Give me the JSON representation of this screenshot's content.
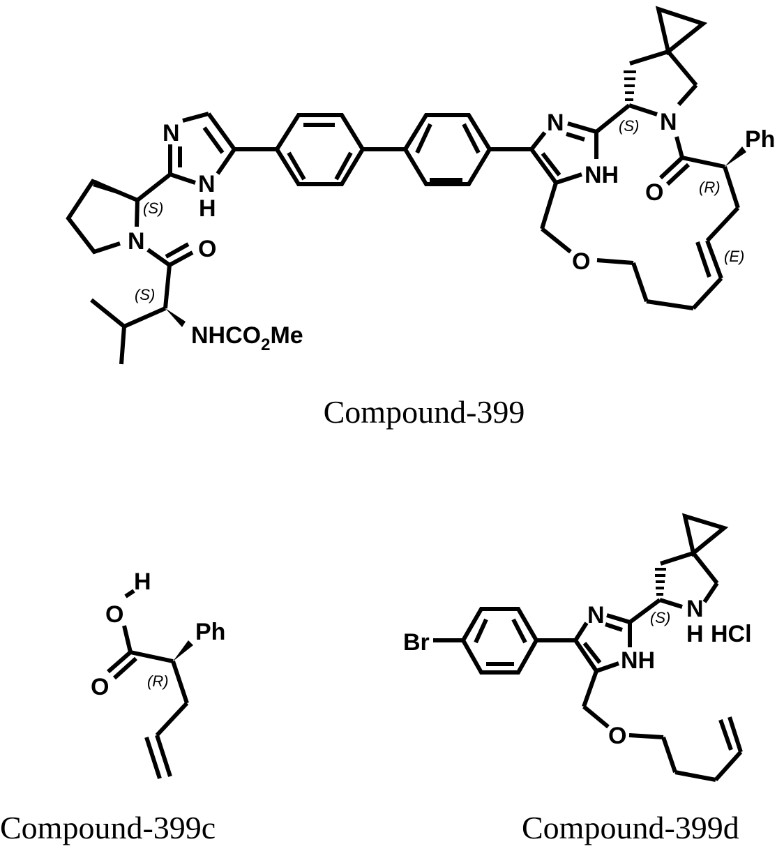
{
  "figure": {
    "background": "#ffffff",
    "ink_color": "#000000"
  },
  "compounds": [
    {
      "id": "compound-399",
      "caption": "Compound-399",
      "atom_labels": {
        "imidazole_left_N": "N",
        "imidazole_left_NH_N": "N",
        "imidazole_left_NH_H": "H",
        "pyrrolidine_N": "N",
        "amide_left_O": "O",
        "carbamate_prefix": "NHCO",
        "carbamate_sub": "2",
        "carbamate_suffix": "Me",
        "imidazole_right_N": "N",
        "imidazole_right_NH": "NH",
        "spiro_N": "N",
        "amide_right_O": "O",
        "phenyl": "Ph",
        "ether_O": "O"
      },
      "stereo_labels": {
        "pyrrolidine_center": "(S)",
        "valine_center": "(S)",
        "spiro_center": "(S)",
        "phenyl_center": "(R)",
        "olefin": "(E)"
      }
    },
    {
      "id": "compound-399c",
      "caption": "Compound-399c",
      "atom_labels": {
        "hydroxyl_H": "H",
        "hydroxyl_O": "O",
        "carbonyl_O": "O",
        "phenyl": "Ph"
      },
      "stereo_labels": {
        "phenyl_center": "(R)"
      }
    },
    {
      "id": "compound-399d",
      "caption": "Compound-399d",
      "atom_labels": {
        "bromine": "Br",
        "imidazole_N": "N",
        "imidazole_NH": "NH",
        "spiro_N": "N",
        "spiro_NH_H": "H",
        "salt": "HCl",
        "ether_O": "O"
      },
      "stereo_labels": {
        "spiro_center": "(S)"
      }
    }
  ]
}
